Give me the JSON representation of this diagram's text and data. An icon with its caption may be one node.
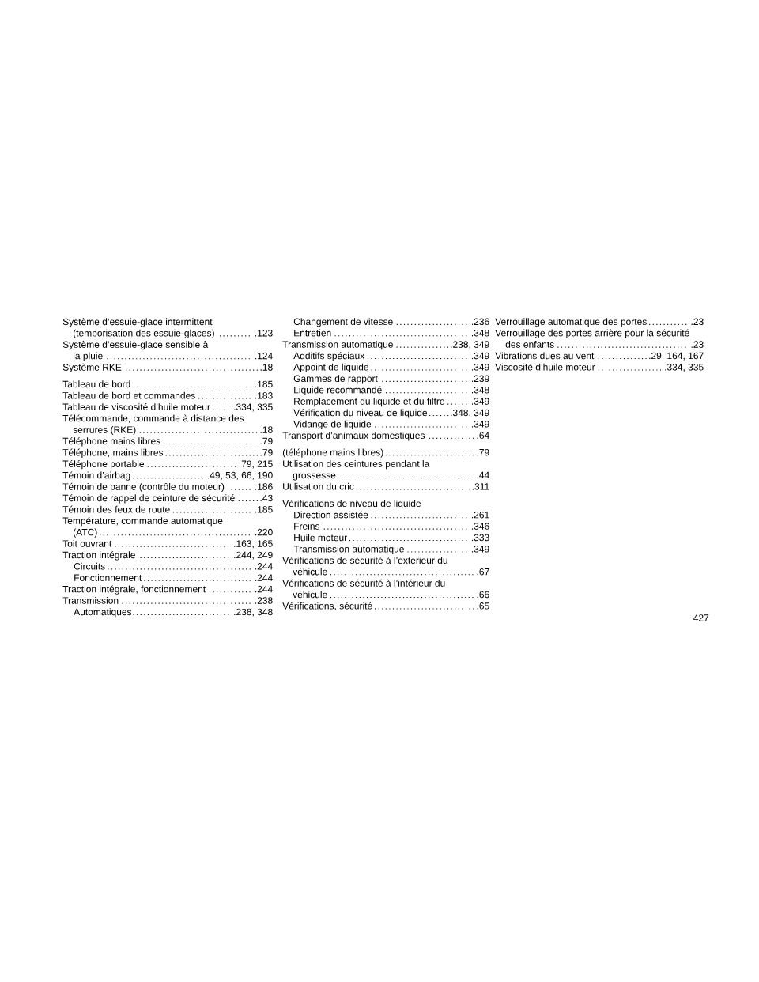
{
  "diagram": {
    "labels": [
      "Système d’essuie-glace intermittent (temporisation des essuie-glaces)",
      ".123",
      "Système d’essuie-glace sensible à la pluie",
      ".124",
      "Système RKE",
      ".18",
      "Tableau de bord",
      ".185",
      "Tableau de bord et commandes",
      ".183",
      "Tableau de viscosité d’huile moteur",
      ".334, 335",
      "Télécommande, commande à distance des serrures (RKE)",
      ".18",
      "Téléphone mains libres",
      ".79",
      "Téléphone, mains libres",
      ".79",
      "Téléphone portable",
      ".79, 215",
      "Témoin d’airbag",
      ".49, 53, 66, 190",
      "Témoin de panne (contrôle du moteur)",
      ".186",
      "Témoin de rappel de ceinture de sécurité",
      ".43",
      "Témoin des feux de route",
      ".185",
      "Température, commande automatique (ATC)",
      ".220",
      "Toit ouvrant",
      ".163, 165",
      "Traction intégrale",
      ".244, 249",
      "Circuits",
      ".244",
      "Fonctionnement",
      ".244",
      "Traction intégrale, fonctionnement",
      ".244",
      "Transmission",
      ".238",
      "Automatiques",
      ".238, 348",
      "Changement de vitesse",
      ".236",
      "Entretien",
      ".348",
      "Transmission automatique",
      ".238, 349",
      "Additifs spéciaux",
      ".349",
      "Appoint de liquide",
      ".349",
      "Gammes de rapport",
      ".239",
      "Liquide recommandé",
      ".348",
      "Remplacement du liquide et du filtre",
      ".349",
      "Vérification du niveau de liquide",
      ".348, 349",
      "Vidange de liquide",
      ".349",
      "Transport d’animaux domestiques",
      ".64",
      "(téléphone mains libres)",
      ".79",
      "Utilisation des ceintures pendant la grossesse",
      ".44",
      "Utilisation du cric",
      ".311",
      "Vérifications de niveau de liquide",
      "Direction assistée",
      ".261",
      "Freins",
      ".346",
      "Huile moteur",
      ".333",
      "Transmission automatique",
      ".349",
      "Vérifications de sécurité à l’extérieur du véhicule",
      ".67",
      "Vérifications de sécurité à l’intérieur du véhicule",
      ".66",
      "Vérifications, sécurité",
      ".65",
      "Verrouillage automatique des portes",
      ".23",
      "Verrouillage des portes arrière pour la sécurité des enfants",
      ".23",
      "Vibrations dues au vent",
      ".29, 164, 167",
      "Viscosité d’huile moteur",
      ".334, 335",
      "427"
    ]
  }
}
